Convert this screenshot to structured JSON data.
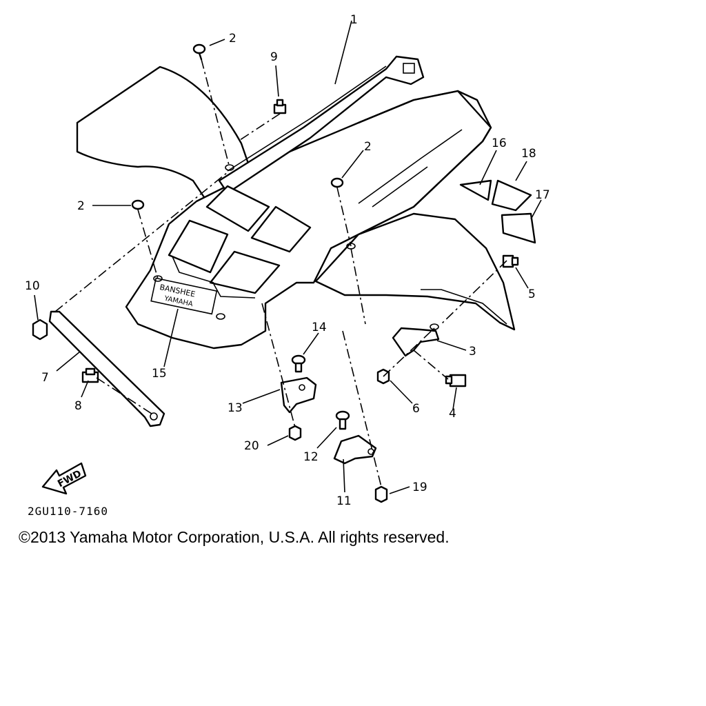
{
  "diagram": {
    "part_labels": [
      "1",
      "2",
      "2",
      "2",
      "3",
      "4",
      "5",
      "6",
      "7",
      "8",
      "9",
      "10",
      "11",
      "12",
      "13",
      "14",
      "15",
      "16",
      "17",
      "18",
      "19",
      "20"
    ],
    "decal_text_1": "BANSHEE",
    "decal_text_2": "YAMAHA",
    "fwd_label": "FWD",
    "drawing_code": "2GU110-7160"
  },
  "footer": {
    "copyright": "©2013 Yamaha Motor Corporation, U.S.A. All rights reserved."
  }
}
